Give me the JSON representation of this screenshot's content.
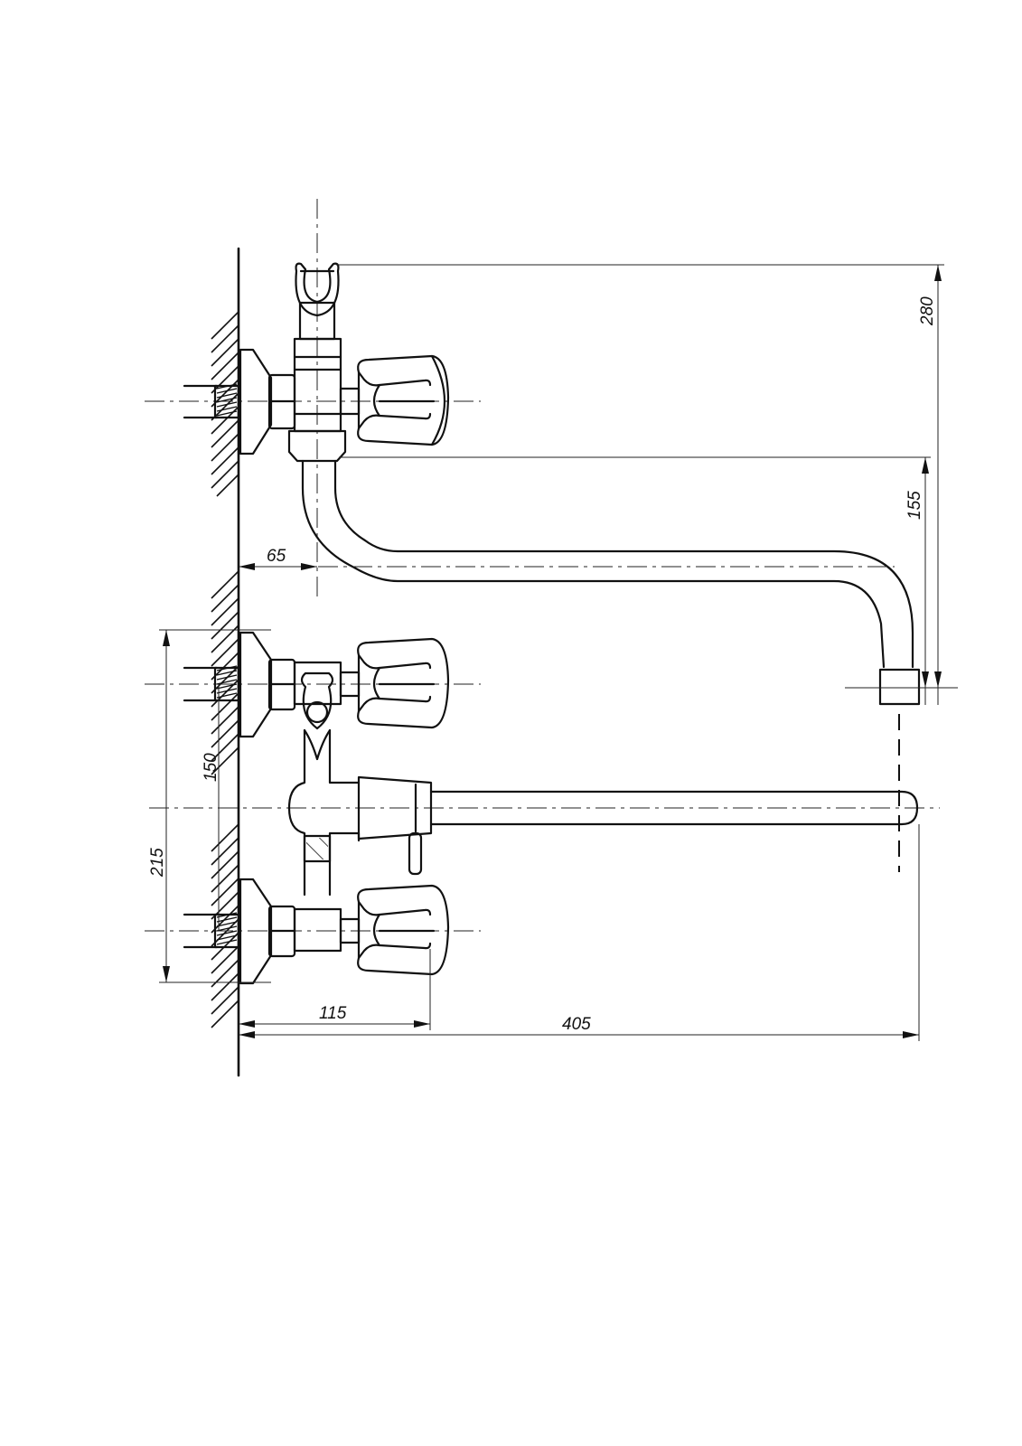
{
  "dimensions": {
    "d280": "280",
    "d155": "155",
    "d65": "65",
    "d150": "150",
    "d215": "215",
    "d115": "115",
    "d405": "405"
  }
}
